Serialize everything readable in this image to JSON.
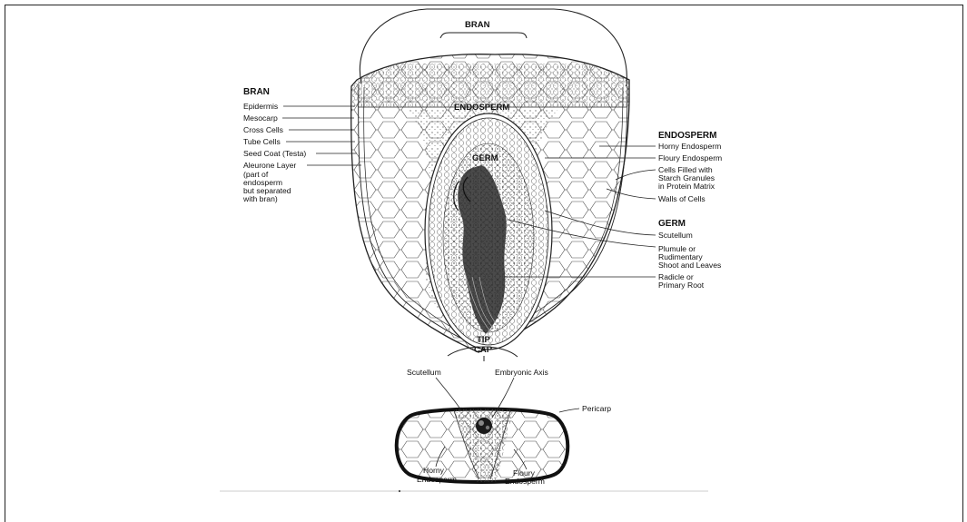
{
  "diagram": {
    "top_label": "BRAN",
    "inner_labels": {
      "endosperm": "ENDOSPERM",
      "germ": "GERM",
      "tip_cap_line1": "TIP",
      "tip_cap_line2": "CAP"
    },
    "bran_group": {
      "header": "BRAN",
      "items": [
        "Epidermis",
        "Mesocarp",
        "Cross Cells",
        "Tube Cells",
        "Seed Coat (Testa)",
        "Aleurone Layer"
      ],
      "aleurone_note": [
        "(part of",
        "endosperm",
        "but separated",
        "with bran)"
      ]
    },
    "endosperm_group": {
      "header": "ENDOSPERM",
      "items": [
        "Horny Endosperm",
        "Floury Endosperm"
      ],
      "cells_filled": [
        "Cells Filled with",
        "Starch Granules",
        "in Protein Matrix"
      ],
      "walls": "Walls of Cells"
    },
    "germ_group": {
      "header": "GERM",
      "scutellum": "Scutellum",
      "plumule": [
        "Plumule or",
        "Rudimentary",
        "Shoot and Leaves"
      ],
      "radicle": [
        "Radicle or",
        "Primary Root"
      ]
    },
    "cross_section": {
      "scutellum": "Scutellum",
      "embryonic_axis": "Embryonic Axis",
      "pericarp": "Pericarp",
      "horny": [
        "Horny",
        "Endosperm"
      ],
      "floury": [
        "Floury",
        "Endosperm"
      ]
    }
  },
  "colors": {
    "ink": "#111111",
    "background": "#ffffff",
    "frame": "#222222"
  }
}
